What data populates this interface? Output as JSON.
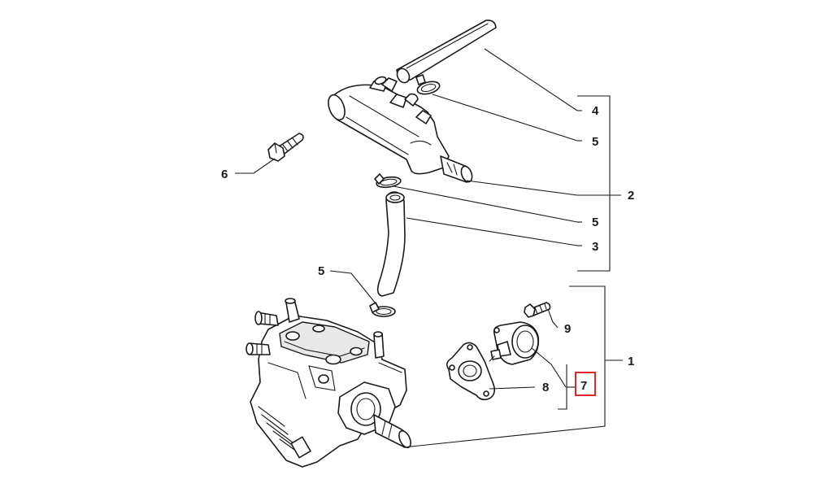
{
  "callouts": {
    "c4": "4",
    "c5_top": "5",
    "c2": "2",
    "c5_mid": "5",
    "c3": "3",
    "c6": "6",
    "c5_left": "5",
    "c9": "9",
    "c1": "1",
    "c7": "7",
    "c8": "8"
  },
  "colors": {
    "line": "#1a1a1a",
    "highlight": "#e0262b",
    "background": "#ffffff"
  }
}
